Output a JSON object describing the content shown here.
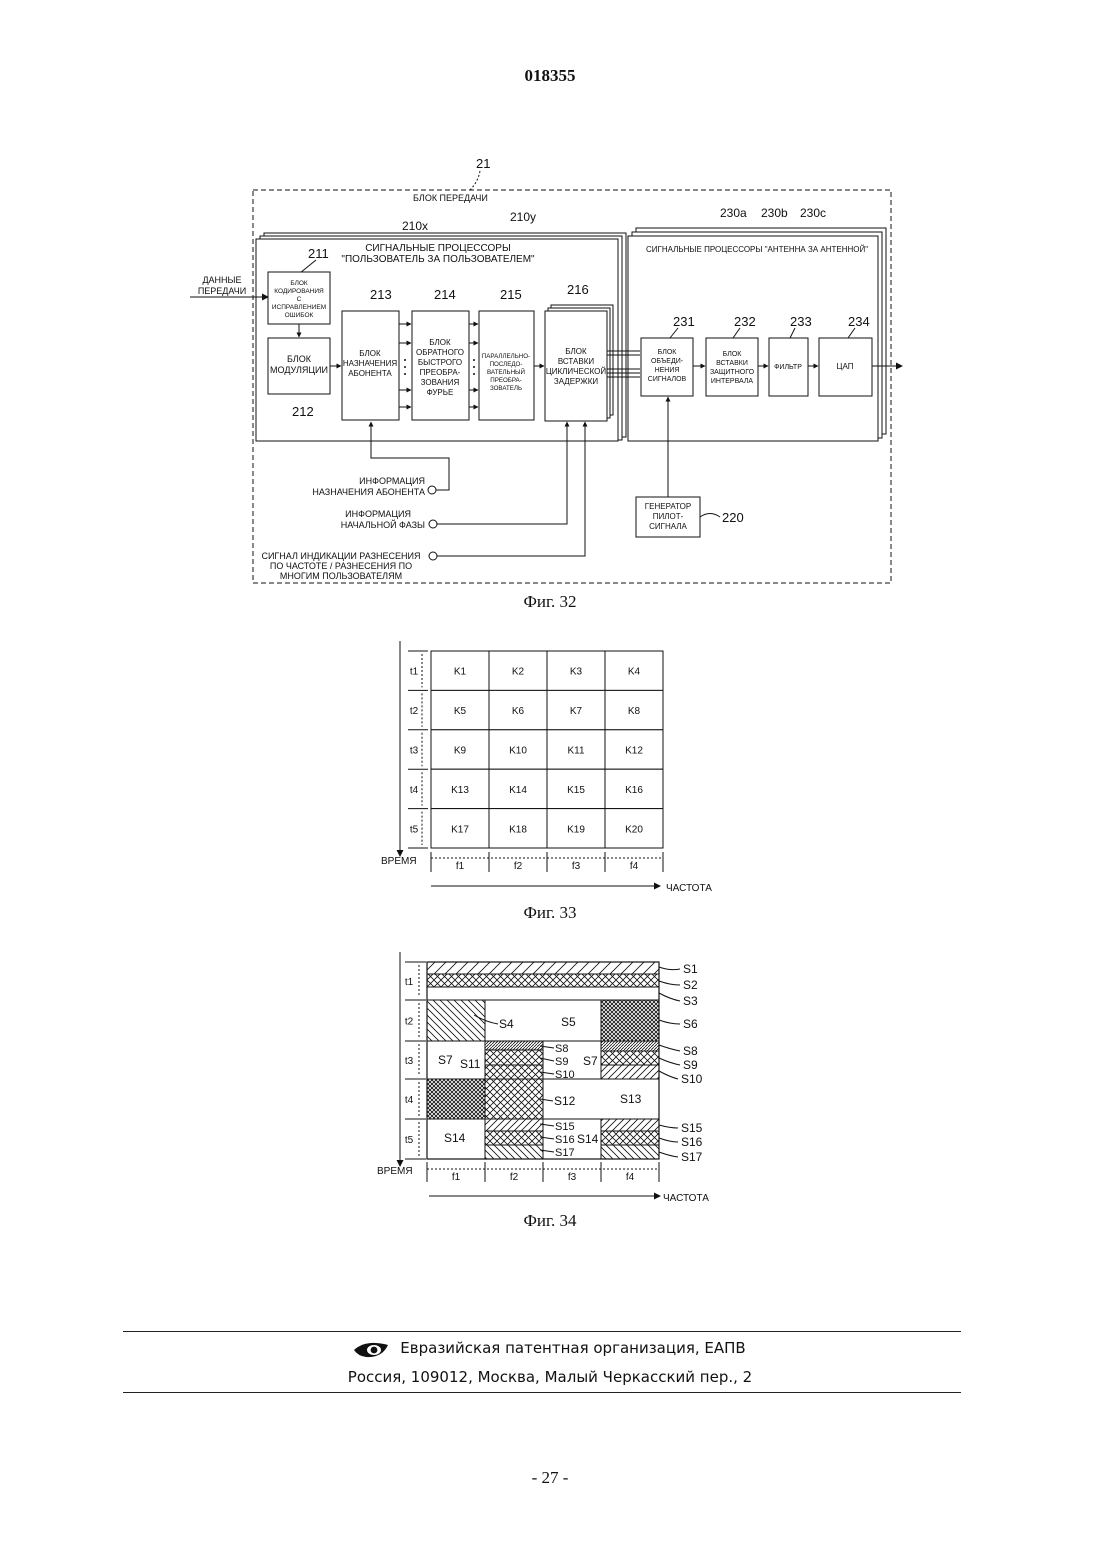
{
  "header": {
    "doc_number": "018355"
  },
  "fig32": {
    "caption": "Фиг. 32",
    "ref_21": "21",
    "block_title": "БЛОК ПЕРЕДАЧИ",
    "ref_210x": "210x",
    "ref_210y": "210y",
    "user_proc_title_1": "СИГНАЛЬНЫЕ ПРОЦЕССОРЫ",
    "user_proc_title_2": "\"ПОЛЬЗОВАТЕЛЬ ЗА ПОЛЬЗОВАТЕЛЕМ\"",
    "ref_230a": "230a",
    "ref_230b": "230b",
    "ref_230c": "230c",
    "ant_proc_title": "СИГНАЛЬНЫЕ ПРОЦЕССОРЫ \"АНТЕННА ЗА АНТЕННОЙ\"",
    "input_label_1": "ДАННЫЕ",
    "input_label_2": "ПЕРЕДАЧИ",
    "ref_211": "211",
    "b211": [
      "БЛОК",
      "КОДИРОВАНИЯ",
      "С",
      "ИСПРАВЛЕНИЕМ",
      "ОШИБОК"
    ],
    "ref_212": "212",
    "b212": [
      "БЛОК",
      "МОДУЛЯЦИИ"
    ],
    "ref_213": "213",
    "b213": [
      "БЛОК",
      "НАЗНАЧЕНИЯ",
      "АБОНЕНТА"
    ],
    "ref_214": "214",
    "b214": [
      "БЛОК",
      "ОБРАТНОГО",
      "БЫСТРОГО",
      "ПРЕОБРА-",
      "ЗОВАНИЯ",
      "ФУРЬЕ"
    ],
    "ref_215": "215",
    "b215": [
      "ПАРАЛЛЕЛЬНО-",
      "ПОСЛЕДО-",
      "ВАТЕЛЬНЫЙ",
      "ПРЕОБРА-",
      "ЗОВАТЕЛЬ"
    ],
    "ref_216": "216",
    "b216": [
      "БЛОК",
      "ВСТАВКИ",
      "ЦИКЛИЧЕСКОЙ",
      "ЗАДЕРЖКИ"
    ],
    "ref_231": "231",
    "b231": [
      "БЛОК",
      "ОБЪЕДИ-",
      "НЕНИЯ",
      "СИГНАЛОВ"
    ],
    "ref_232": "232",
    "b232": [
      "БЛОК",
      "ВСТАВКИ",
      "ЗАЩИТНОГО",
      "ИНТЕРВАЛА"
    ],
    "ref_233": "233",
    "b233": [
      "ФИЛЬТР"
    ],
    "ref_234": "234",
    "b234": [
      "ЦАП"
    ],
    "ref_220": "220",
    "b220": [
      "ГЕНЕРАТОР",
      "ПИЛОТ-",
      "СИГНАЛА"
    ],
    "info1": [
      "ИНФОРМАЦИЯ",
      "НАЗНАЧЕНИЯ АБОНЕНТА"
    ],
    "info2": [
      "ИНФОРМАЦИЯ",
      "НАЧАЛЬНОЙ ФАЗЫ"
    ],
    "info3": [
      "СИГНАЛ ИНДИКАЦИИ РАЗНЕСЕНИЯ",
      "ПО ЧАСТОТЕ / РАЗНЕСЕНИЯ ПО",
      "МНОГИМ ПОЛЬЗОВАТЕЛЯМ"
    ]
  },
  "fig33": {
    "caption": "Фиг. 33",
    "rows": [
      "t1",
      "t2",
      "t3",
      "t4",
      "t5"
    ],
    "cols": [
      "f1",
      "f2",
      "f3",
      "f4"
    ],
    "cells": [
      [
        "K1",
        "K2",
        "K3",
        "K4"
      ],
      [
        "K5",
        "K6",
        "K7",
        "K8"
      ],
      [
        "K9",
        "K10",
        "K11",
        "K12"
      ],
      [
        "K13",
        "K14",
        "K15",
        "K16"
      ],
      [
        "K17",
        "K18",
        "K19",
        "K20"
      ]
    ],
    "time_label": "ВРЕМЯ",
    "freq_label": "ЧАСТОТА"
  },
  "fig34": {
    "caption": "Фиг. 34",
    "rows": [
      "t1",
      "t2",
      "t3",
      "t4",
      "t5"
    ],
    "cols": [
      "f1",
      "f2",
      "f3",
      "f4"
    ],
    "time_label": "ВРЕМЯ",
    "freq_label": "ЧАСТОТА",
    "labels": {
      "S1": "S1",
      "S2": "S2",
      "S3": "S3",
      "S4": "S4",
      "S5": "S5",
      "S6": "S6",
      "S7": "S7",
      "S8": "S8",
      "S9": "S9",
      "S10": "S10",
      "S11": "S11",
      "S12": "S12",
      "S13": "S13",
      "S14": "S14",
      "S15": "S15",
      "S16": "S16",
      "S17": "S17"
    }
  },
  "footer": {
    "org": "Евразийская патентная организация, ЕАПВ",
    "address": "Россия, 109012, Москва, Малый Черкасский пер., 2"
  },
  "page_number": "- 27 -"
}
